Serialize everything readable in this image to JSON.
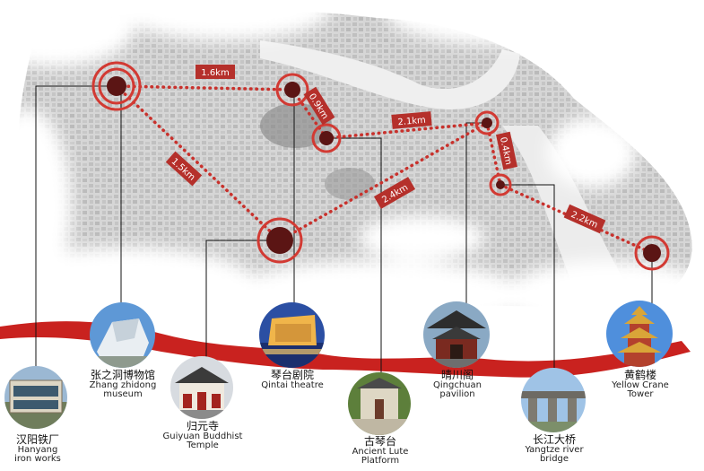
{
  "colors": {
    "route": "#c8312c",
    "ring": "#d23a33",
    "dot": "#5b1514",
    "ribbon": "#c9221f",
    "badge": "#b5302b",
    "leader": "#111111"
  },
  "distances": [
    "1.6km",
    "0.9km",
    "2.1km",
    "0.4km",
    "1.5km",
    "2.4km",
    "2.2km"
  ],
  "landmarks": [
    {
      "zh": "汉阳铁厂",
      "en1": "Hanyang",
      "en2": "iron works",
      "photo": "gate-icon"
    },
    {
      "zh": "张之洞博物馆",
      "en1": "Zhang zhidong",
      "en2": "museum",
      "photo": "museum-icon"
    },
    {
      "zh": "归元寺",
      "en1": "Guiyuan Buddhist",
      "en2": "Temple",
      "photo": "temple-icon"
    },
    {
      "zh": "琴台剧院",
      "en1": "Qintai theatre",
      "en2": "",
      "photo": "theatre-icon"
    },
    {
      "zh": "古琴台",
      "en1": "Ancient Lute",
      "en2": "Platform",
      "photo": "lute-platform-icon"
    },
    {
      "zh": "晴川阁",
      "en1": "Qingchuan",
      "en2": "pavilion",
      "photo": "pavilion-icon"
    },
    {
      "zh": "长江大桥",
      "en1": "Yangtze river",
      "en2": "bridge",
      "photo": "bridge-icon"
    },
    {
      "zh": "黄鹤楼",
      "en1": "Yellow Crane",
      "en2": "Tower",
      "photo": "pagoda-icon"
    }
  ]
}
